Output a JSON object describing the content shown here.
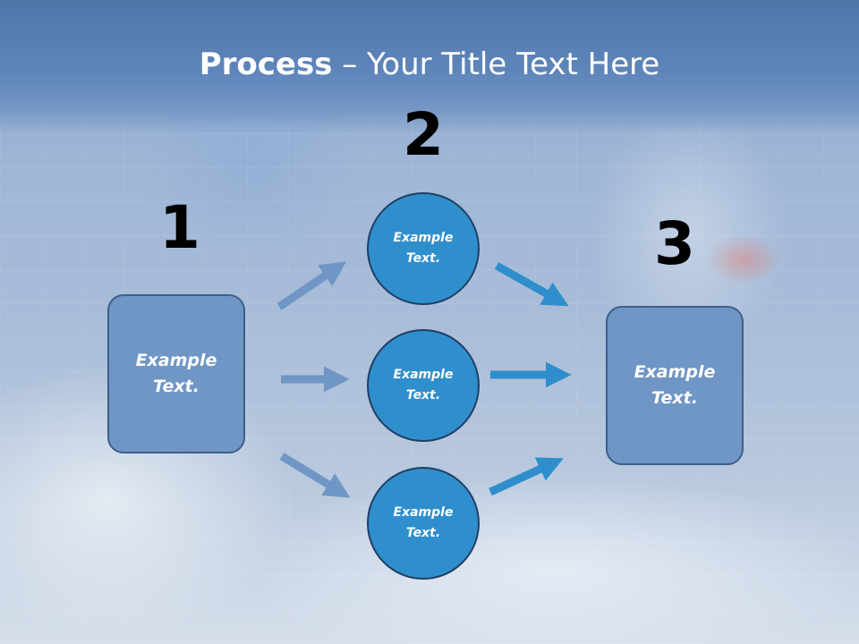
{
  "slide": {
    "title_bold": "Process",
    "title_rest": " – Your Title Text Here"
  },
  "steps": {
    "one": "1",
    "two": "2",
    "three": "3"
  },
  "left_box": {
    "text": "Example Text."
  },
  "right_box": {
    "text": "Example Text."
  },
  "circles": [
    {
      "text": "Example Text."
    },
    {
      "text": "Example Text."
    },
    {
      "text": "Example Text."
    }
  ],
  "colors": {
    "title_bar": "#5f86bb",
    "box_fill": "#6f96c4",
    "circle_fill": "#2f8fcc",
    "left_arrows": "#6f96c4",
    "right_arrows": "#2f8fcc"
  }
}
